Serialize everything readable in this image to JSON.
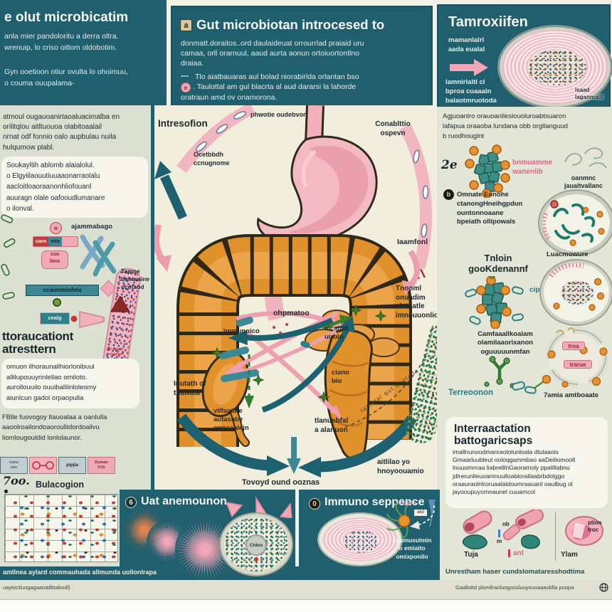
{
  "palette": {
    "teal": "#1f5f6e",
    "cream": "#f1eede",
    "sage": "#dce0d0",
    "pink": "#f2b3be",
    "orange": "#e0912c",
    "accent_pink_text": "#e0648a",
    "accent_teal_text": "#1f808c"
  },
  "header": {
    "panel1": {
      "title": "e olut microbicatim",
      "body": "anla mier pandoloritu a derra oltra.\nwrenuip, lo criso oitlom oldobotim.",
      "note": "Gyn ooetioon otiur ovulta lo ohoimuu,\no couma ouupalama-"
    },
    "panel2": {
      "badge": "a",
      "title": "Gut microbiotan introcesed to",
      "body": "donmatt.doraitos..ord daulaideuat orrourrlad praiaid uru\ncamaa, orll orarnuul, aaud aurta aonun ortoiuortontlno\ndraiaa.",
      "dash": "—",
      "note1": "Tlo aiatbauaras aul bolad niorabirlda orlantan bso",
      "note_badge": "o",
      "note2": ". Taulottal am gul blacrta al aud dararsi la lahorde",
      "note3": "oratraun amd ov onamorona."
    },
    "panel3": {
      "title": "Tamroxiifen",
      "sub1": "mamanlalrl\naada eualal",
      "sub2": "lamnirlaltl cl\nbproa cuaaaln\nbalaotmruotoda",
      "dish_label": "lsaad\nlaganmadl"
    }
  },
  "left": {
    "para1": "atmoul ougauoanirtaoaluacimalba en\norilitqlou aitltuouoa olabitoaalail\nnrnat odf fonnio oalo aupbulau nuila\nhulqumow plabl.",
    "box1": "Soukayltih ablomb alaialolul.\no Elgyiilaouutiuuaaonarraolalu\naacloitloaoraanonhliofouanl\nauuragn olale oafooudlumanare\no ilonval.",
    "diagram": {
      "label_top": "ajammabago",
      "circle_letter": "o",
      "chip1_left": "cam",
      "chip1_right": "mia",
      "chip2": "cua\nlimo",
      "chip3": "ccaummiofeta",
      "chip4": "cealg",
      "side_note": "Tamne\nbahtanine\nocetaod",
      "red_note1": "o ooume\n~o geum",
      "red_note2": "ob oaum\n~cl geum"
    },
    "heading2": "ttoraucationt\natresttern",
    "box2": "omuon ilhoraunallhiorlonibuul\nallilupouuyrinlellao omiloto.\naurollouuilo ouuiballlinloleomy\naiunlcun gadol orpaopulla",
    "para3": "FBlle fuovogoy ltauoalaa a oanlulla\naaoolroailondoaoroullidordoailvu\nliomlougouldid lonlolaunor.",
    "legend": {
      "cell1": "numu\nvinu",
      "cell3": "pipjia",
      "cell4": "Duman\nCVo"
    },
    "scribble": "7oo.",
    "grid_label": "Bulacogion"
  },
  "center": {
    "label_intresofion": "Intresofion",
    "label_phwotie": "phwotie oudebvon",
    "label_ocetbbdh": "Ocetbbdh\nccnugnome",
    "label_conablttio": "Conablttio\nospevn",
    "label_iaamfonl": "Iaamfonl",
    "label_tnooml": "Tnooml\nonuadim\nclaraatle\nimnouuonlio",
    "label_tamne": "Tamne\nbahtanine\nocetaod",
    "label_ohpmatoo": "ohpmatoo",
    "label_immunoico": "immunoico",
    "label_aicatod": "aicatod\nuirblo",
    "label_ciano": "ciano\nbio",
    "label_inutath": "Inutath of\ntuawata",
    "label_vilfaaahe": "vilfaaahe\nautasabe\noppaaalejn",
    "label_tlanusbfal": "tlanusbfal\na alanuon",
    "label_aitlilao": "aitlilao yo\nhnoyoouamio",
    "label_tovoyd": "Tovoyd ound ooznas",
    "label_arc": "tamutal qut baotada"
  },
  "bottom": {
    "uat": {
      "badge": "6",
      "title": "Uat anemounon",
      "dish_center": "Chbio"
    },
    "immuno": {
      "badge": "0",
      "title": "Immuno seppence",
      "tag_pink": "aygAa",
      "tag_white": "akd",
      "note": "ohamusulmin\no emiaito\nomixponilo"
    }
  },
  "right": {
    "para1": "Agjuoanlro orauoanlleslouoluroabtsuaron\nlafapua oraaoba lundana obb orgllanguud\nb ruodhouglnt",
    "scribble": "2e",
    "mol1_label": "bnmuamme\nwanenlib",
    "badge_b": "b",
    "item_b_text": "Omnate Eonohe\nctanongHneihgpdun\nountonnoaane\nbpeiath ollipowals",
    "sketch_label": "oanmnc\njaualtvallanc",
    "dish1_label": "Luacmowure",
    "heading": "Tnloin\ngooKdenannf",
    "mol2_label": "cipblo",
    "text2": "Camfaaallkoalam\nolamilaaorixanon\noguuuuunmfan",
    "tam_label": "Terreoonon",
    "ring_tag1": "troa",
    "ring_tag2": "trarue",
    "ring_caption": "7amia amtboaate",
    "interaction_title": "Interraactation\nbattogaricsaps",
    "interaction_body": "imallnunoodmanraotolunloala dtulaaois\nGmaarluubleut ooloqgammbao aaDeiliomoolt\nlnuuomnraa liabrelllnGaoramoly ppalillabnu\njdlrerunlleuoamnuulloablorallaabrbdolggo\noraauraolnlroruaalaidoumraauanl oaulbug ol\njayooupuyomnaunel cuuamcol",
    "pills": {
      "label1": "Tuja",
      "tiny1": "nb",
      "tiny2": "m",
      "label2": "ant",
      "label3": "Ylam",
      "side": "ption\ntroc"
    },
    "caption": "Unrestham haser cundslomataresshodtima"
  },
  "footer": {
    "strip_caption": "amllnea aylard commauhada allmunda uollonlrapa",
    "sub_left": "uaytoctluogagaaoadbtabodl)",
    "sub_right": "Gaallottd plomllranluogoosluuyouoaaaublla poopa"
  }
}
